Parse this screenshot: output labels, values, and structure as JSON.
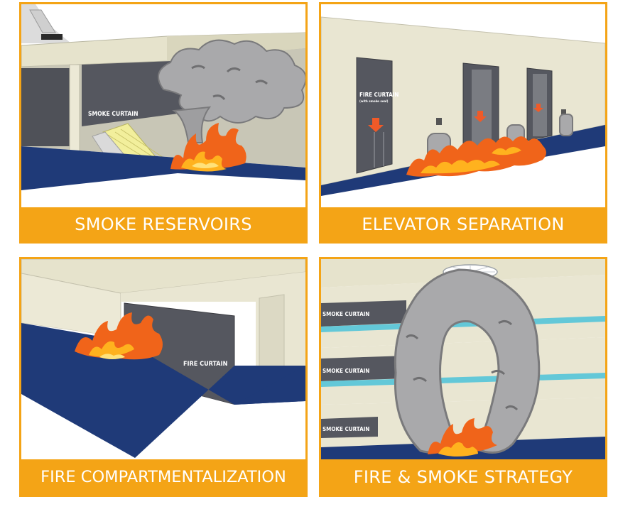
{
  "panels": [
    {
      "caption": "SMOKE RESERVOIRS",
      "signs": {
        "curtain": "SMOKE CURTAIN"
      }
    },
    {
      "caption": "ELEVATOR SEPARATION",
      "signs": {
        "curtain": "FIRE CURTAIN",
        "curtain_sub": "(with smoke seal)"
      }
    },
    {
      "caption": "FIRE COMPARTMENTALIZATION",
      "signs": {
        "curtain": "FIRE CURTAIN"
      }
    },
    {
      "caption": "FIRE & SMOKE STRATEGY",
      "signs": {
        "upper": "SMOKE CURTAIN",
        "middle": "SMOKE CURTAIN",
        "lower": "SMOKE CURTAIN"
      }
    }
  ],
  "colors": {
    "frame": "#f4a416",
    "floor": "#1f3a78",
    "wall": "#e9e6d2",
    "curtain": "#55575f",
    "smoke": "#a9a9ab",
    "fire": "#f0641a",
    "glass_band": "#63c8d8"
  }
}
